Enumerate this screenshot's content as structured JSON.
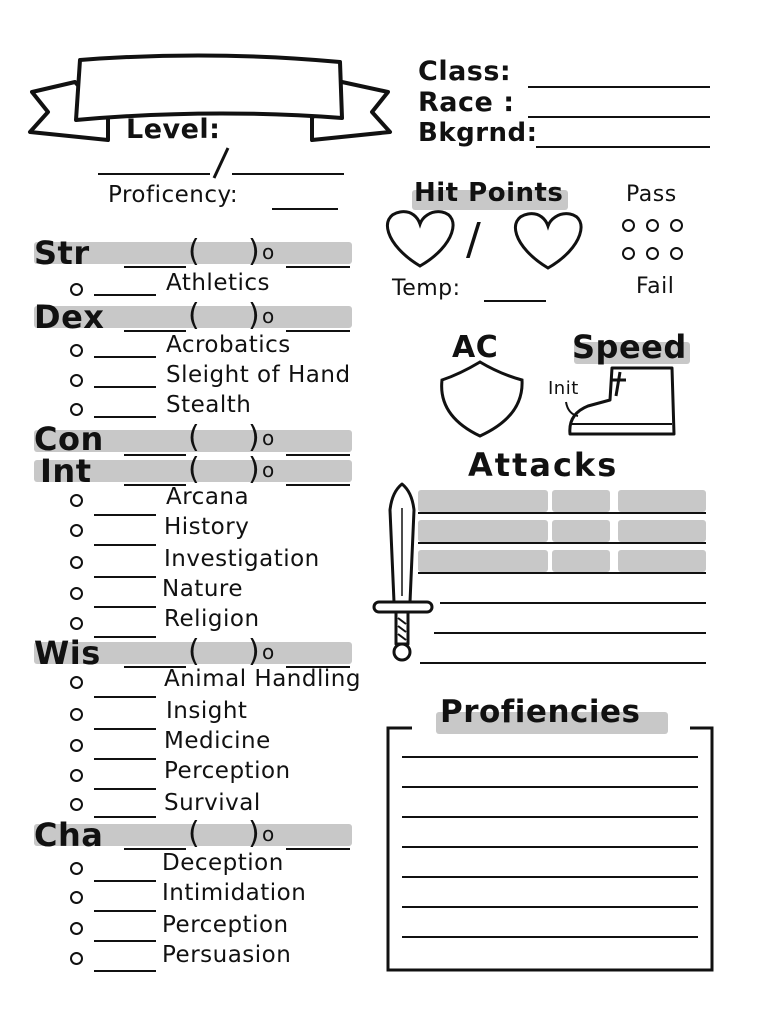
{
  "header": {
    "level_label": "Level:",
    "class_label": "Class:",
    "race_label": "Race :",
    "background_label": "Bkgrnd:",
    "proficiency_label": "Proficency:"
  },
  "abilities": [
    {
      "abbr": "Str",
      "skills": [
        "Athletics"
      ]
    },
    {
      "abbr": "Dex",
      "skills": [
        "Acrobatics",
        "Sleight of Hand",
        "Stealth"
      ]
    },
    {
      "abbr": "Con",
      "skills": []
    },
    {
      "abbr": "Int",
      "skills": [
        "Arcana",
        "History",
        "Investigation",
        "Nature",
        "Religion"
      ]
    },
    {
      "abbr": "Wis",
      "skills": [
        "Animal Handling",
        "Insight",
        "Medicine",
        "Perception",
        "Survival"
      ]
    },
    {
      "abbr": "Cha",
      "skills": [
        "Deception",
        "Intimidation",
        "Perception",
        "Persuasion"
      ]
    }
  ],
  "ability_glyphs": {
    "open_paren": "(",
    "close_paren": ")",
    "mod_mark": "o"
  },
  "hit_points": {
    "title": "Hit Points",
    "separator": "/",
    "temp_label": "Temp:"
  },
  "death_saves": {
    "pass_label": "Pass",
    "fail_label": "Fail"
  },
  "ac": {
    "label": "AC"
  },
  "speed": {
    "label": "Speed",
    "init_label": "Init"
  },
  "attacks": {
    "title": "Attacks"
  },
  "proficiencies": {
    "title": "Profiencies"
  },
  "colors": {
    "ink": "#111111",
    "highlight": "#c8c8c8",
    "paper": "#ffffff"
  },
  "icons": [
    "banner-icon",
    "heart-icon",
    "shield-icon",
    "boot-icon",
    "sword-icon"
  ]
}
